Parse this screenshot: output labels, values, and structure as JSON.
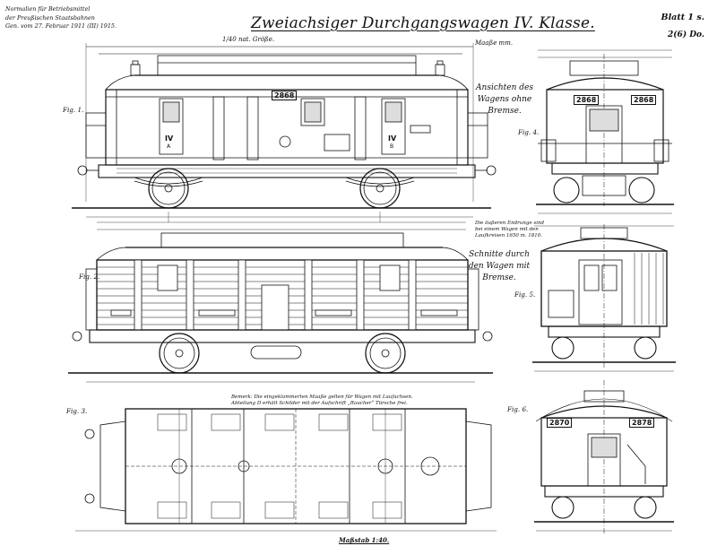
{
  "header": {
    "left_lines": [
      "Normalien für Betriebsmittel",
      "der Preußischen Staatsbahnen",
      "Gen. vom 27. Februar 1911 (III) 1915."
    ],
    "title": "Zweiachsiger Durchgangswagen IV. Klasse.",
    "sheet": "Blatt 1 s.",
    "sheet_code": "2(6) Do."
  },
  "labels": {
    "scale_note": "1/40 nat. Größe.",
    "units": "Maaße mm.",
    "fig1": "Fig. 1.",
    "fig2": "Fig. 2.",
    "fig3": "Fig. 3.",
    "fig4": "Fig. 4.",
    "fig5": "Fig. 5.",
    "fig6": "Fig. 6.",
    "views_label": "Ansichten des Wagens ohne Bremse.",
    "section_label": "Schnitte durch den Wagen mit Bremse.",
    "section_note": "Die äußeren Endrunge sind bei einem Wagen mit den Laufkreisen 1650 m. 1810.",
    "plan_note": "Bemerk: Die eingeklammerten Maaße gelten für Wagen mit Laufachsen. Abteilung D erhält Schilder mit der Aufschrift „Raucher“ Türsche frei.",
    "footer_scale": "Maßstab 1:40."
  },
  "wagon_numbers": {
    "fig1": "2868",
    "fig4_left": "2868",
    "fig4_right": "2868",
    "fig6_left": "2870",
    "fig6_right": "2878"
  },
  "class_marks": {
    "left": "IV",
    "right": "IV",
    "left_sub": "A",
    "right_sub": "B"
  }
}
